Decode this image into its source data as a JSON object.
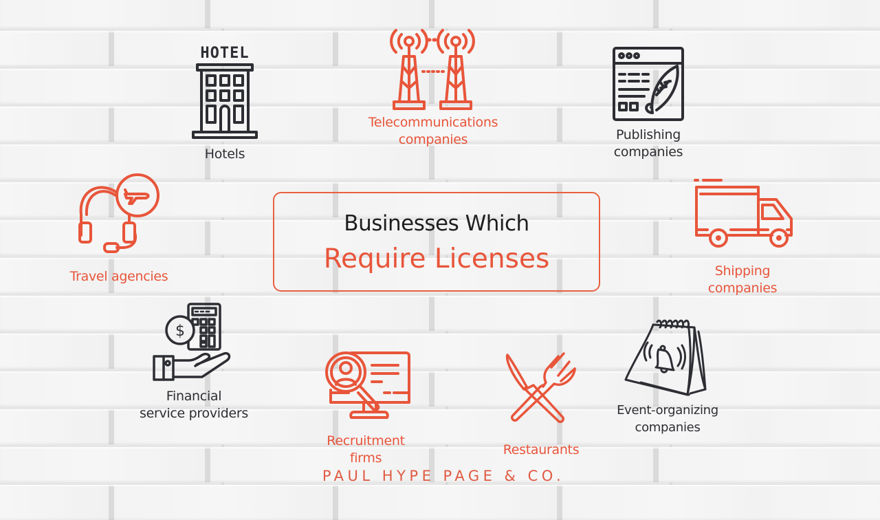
{
  "title": {
    "line1": "Businesses Which",
    "line2": "Require Licenses"
  },
  "colors": {
    "accent": "#e8553a",
    "dark": "#2d2e33",
    "background": "#efefef"
  },
  "items": [
    {
      "id": "hotels",
      "icon": "hotel-building-icon",
      "sign_text": "HOTEL",
      "lines": [
        "Hotels"
      ],
      "color": "dark"
    },
    {
      "id": "telecommunications",
      "icon": "radio-towers-icon",
      "lines": [
        "Telecommunications",
        "companies"
      ],
      "color": "accent"
    },
    {
      "id": "publishing",
      "icon": "document-quill-icon",
      "lines": [
        "Publishing",
        "companies"
      ],
      "color": "dark"
    },
    {
      "id": "travel",
      "icon": "headset-airplane-icon",
      "lines": [
        "Travel agencies"
      ],
      "color": "accent"
    },
    {
      "id": "shipping",
      "icon": "delivery-truck-icon",
      "lines": [
        "Shipping",
        "companies"
      ],
      "color": "accent"
    },
    {
      "id": "financial",
      "icon": "calculator-hand-dollar-icon",
      "dollar_symbol": "$",
      "lines": [
        "Financial",
        "service providers"
      ],
      "color": "dark"
    },
    {
      "id": "recruitment",
      "icon": "monitor-magnifier-person-icon",
      "lines": [
        "Recruitment",
        "firms"
      ],
      "color": "accent"
    },
    {
      "id": "restaurants",
      "icon": "knife-fork-icon",
      "lines": [
        "Restaurants"
      ],
      "color": "accent"
    },
    {
      "id": "event-organizing",
      "icon": "desk-calendar-bell-icon",
      "lines": [
        "Event-organizing",
        "companies"
      ],
      "color": "dark"
    }
  ],
  "footer": {
    "brand": "PAUL HYPE PAGE & CO."
  }
}
